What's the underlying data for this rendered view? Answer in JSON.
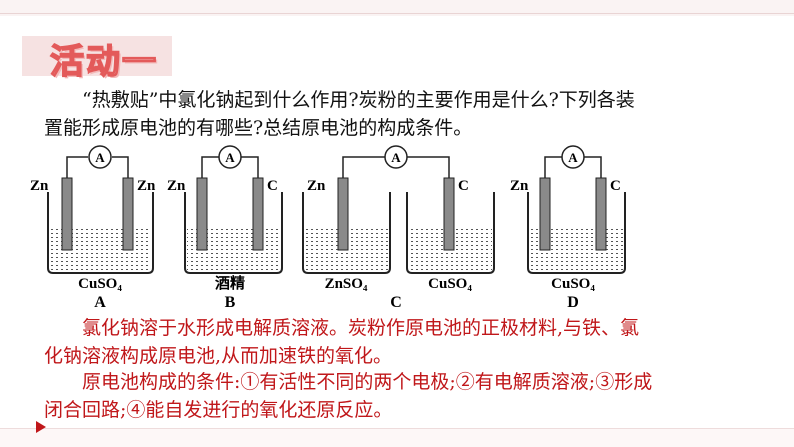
{
  "slide": {
    "title": "活动一",
    "question_line1": "“热敷贴”中氯化钠起到什么作用?炭粉的主要作用是什么?下列各装",
    "question_line2": "置能形成原电池的有哪些?总结原电池的构成条件。",
    "answer_line1": "氯化钠溶于水形成电解质溶液。炭粉作原电池的正极材料,与铁、氯",
    "answer_line2": "化钠溶液构成原电池,从而加速铁的氧化。",
    "answer_line3": "原电池构成的条件:①有活性不同的两个电极;②有电解质溶液;③形成",
    "answer_line4": "闭合回路;④能自发进行的氧化还原反应。"
  },
  "apparatus": {
    "ammeter_symbol": "A",
    "A": {
      "label": "A",
      "left_electrode": "Zn",
      "right_electrode": "Zn",
      "solution": "CuSO₄"
    },
    "B": {
      "label": "B",
      "left_electrode": "Zn",
      "right_electrode": "C",
      "solution": "酒精"
    },
    "C": {
      "label": "C",
      "left_electrode": "Zn",
      "right_electrode": "C",
      "left_solution": "ZnSO₄",
      "right_solution": "CuSO₄"
    },
    "D": {
      "label": "D",
      "left_electrode": "Zn",
      "right_electrode": "C",
      "solution": "CuSO₄"
    }
  }
}
